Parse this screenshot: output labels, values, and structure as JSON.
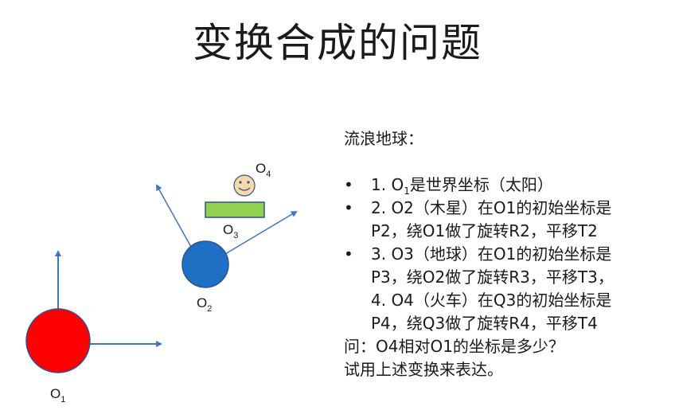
{
  "title": "变换合成的问题",
  "diagram": {
    "o1_label": "O",
    "o1_sub": "1",
    "o2_label": "O",
    "o2_sub": "2",
    "o3_label": "O",
    "o3_sub": "3",
    "o4_label": "O",
    "o4_sub": "4",
    "colors": {
      "sun": "#ff0000",
      "jupiter": "#1f6fc5",
      "earth_bar": "#92d050",
      "arrow": "#4472c4",
      "smiley": "#f6d9a8"
    }
  },
  "text": {
    "intro": "流浪地球：",
    "item1_pre": "1. O",
    "item1_sub": "1",
    "item1_post": "是世界坐标（太阳）",
    "item2_line1": "2. O2（木星）在O1的初始坐标是",
    "item2_line2": "P2，绕O1做了旋转R2，平移T2",
    "item3_line1": "3. O3（地球）在O1的初始坐标是",
    "item3_line2": "P3，绕O2做了旋转R3，平移T3，",
    "item4_line1": "4. O4（火车）在Q3的初始坐标是",
    "item4_line2": "P4，绕Q3做了旋转R4，平移T4",
    "question1": "问：O4相对O1的坐标是多少？",
    "question2": "试用上述变换来表达。",
    "bullet": "•"
  }
}
